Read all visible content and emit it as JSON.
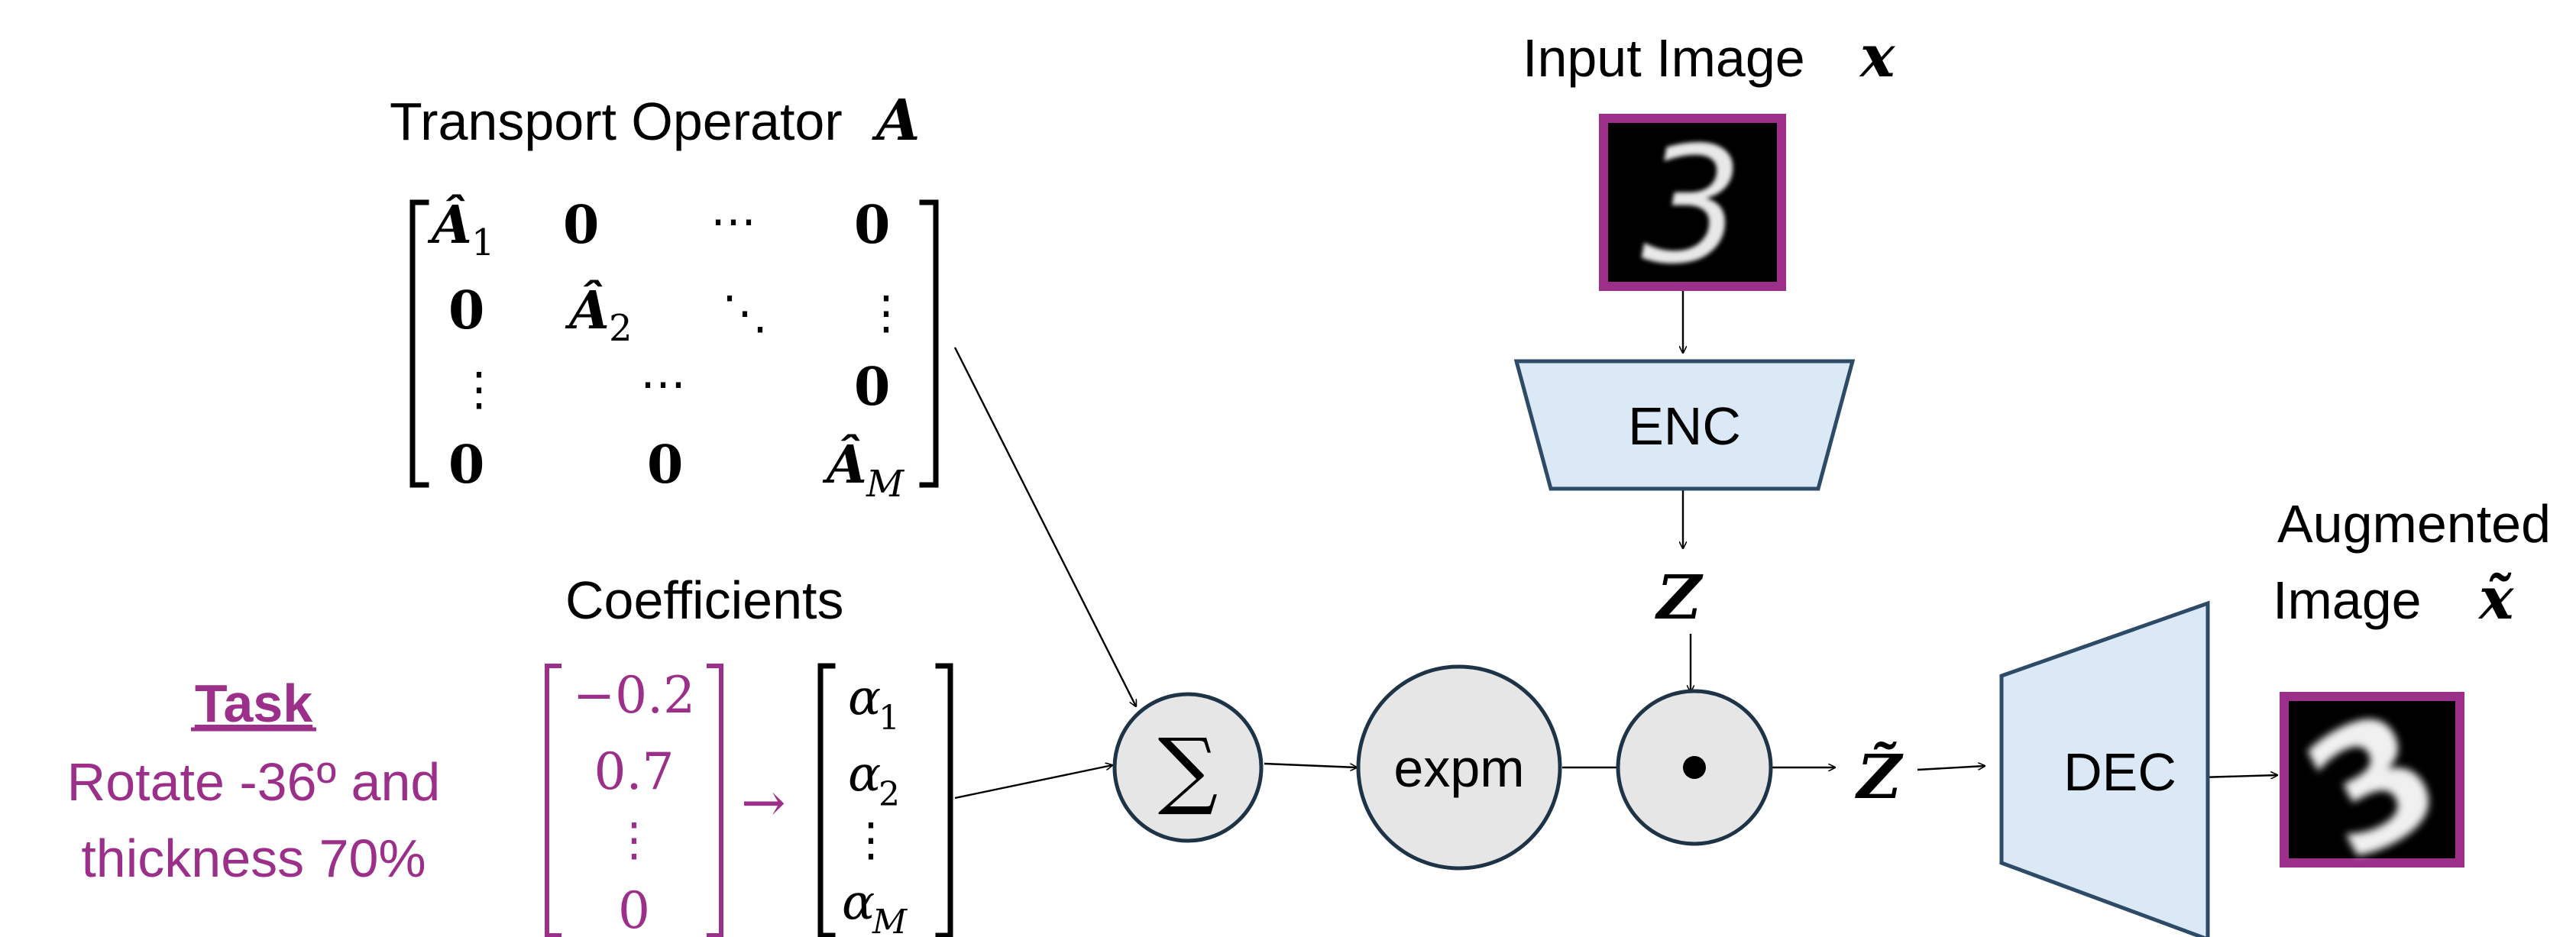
{
  "transport": {
    "title": "Transport Operator",
    "symbol": "A",
    "cells": [
      "Â",
      "1",
      "0",
      "⋯",
      "0",
      "0",
      "Â",
      "2",
      "⋱",
      "⋮",
      "⋮",
      "⋯",
      "0",
      "0",
      "0",
      "Â",
      "M"
    ]
  },
  "task": {
    "heading": "Task",
    "line1": "Rotate -36º and",
    "line2": "thickness 70%"
  },
  "coefficients": {
    "title": "Coefficients",
    "values": [
      "−0.2",
      "0.7",
      "⋮",
      "0"
    ],
    "arrow": "→",
    "alphas": [
      {
        "sym": "α",
        "sub": "1"
      },
      {
        "sym": "α",
        "sub": "2"
      },
      {
        "sym": "⋮",
        "sub": ""
      },
      {
        "sym": "α",
        "sub": "M"
      }
    ]
  },
  "ops": {
    "sum": "∑",
    "expm": "expm",
    "dot": "●"
  },
  "input": {
    "label": "Input Image",
    "symbol": "x",
    "digit": "3"
  },
  "encoder": {
    "label": "ENC"
  },
  "latent": {
    "z": "Z",
    "z_tilde": "Z̃"
  },
  "decoder": {
    "label": "DEC"
  },
  "output": {
    "label_line1": "Augmented",
    "label_line2": "Image",
    "symbol": "x̃",
    "digit": "3"
  },
  "colors": {
    "accent_purple": "#9b2f8a",
    "block_fill": "#dbe8f6",
    "block_stroke": "#2d4a66",
    "op_fill": "#e6e6e6",
    "op_stroke": "#1e3346"
  }
}
